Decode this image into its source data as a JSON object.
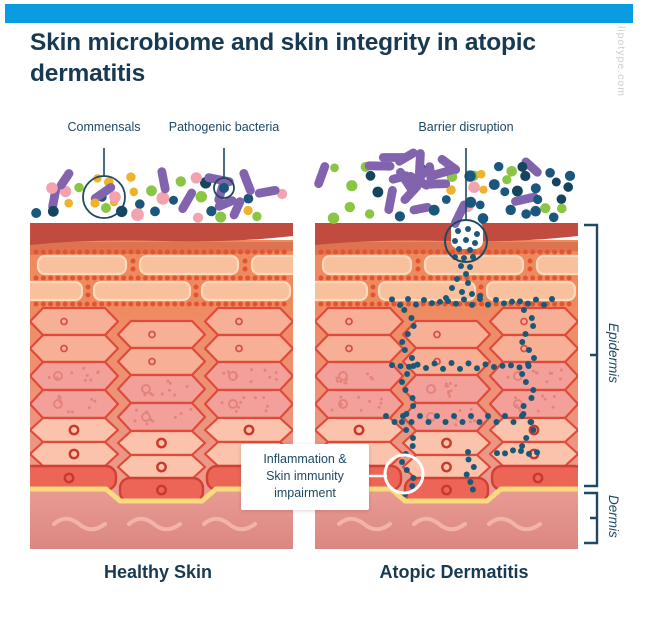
{
  "header": {
    "title": "Skin microbiome and skin integrity in atopic dermatitis",
    "watermark": "lipotype.com"
  },
  "callouts": {
    "commensals": "Commensals",
    "pathogenic": "Pathogenic bacteria",
    "barrier": "Barrier disruption",
    "inflammation_lines": [
      "Inflammation &",
      "Skin immunity",
      "impairment"
    ]
  },
  "panels": [
    {
      "label": "Healthy Skin"
    },
    {
      "label": "Atopic Dermatitis"
    }
  ],
  "layers": {
    "epidermis": "Epidermis",
    "dermis": "Dermis"
  },
  "colors": {
    "accent": "#0b9be0",
    "text_navy": "#173a52",
    "line_navy": "#1d4964",
    "commensal_rod": "#8264ae",
    "commensal_green": "#8ac543",
    "commensal_yellow": "#eeb22d",
    "commensal_pink": "#f2a3ad",
    "pathogen_teal": "#1a567d",
    "pathogen_teal_dark": "#14455f",
    "trail_teal": "#1b5878",
    "stratum_band": "#c04b3e",
    "stratum_strip": "#dd744f",
    "stratum_bg": "#ef8a5f",
    "stratum_dot": "#e25431",
    "corneocyte_fill": "#f9c09d",
    "corneocyte_edge": "#fdd9bb",
    "cell_edge": "#df4a3a",
    "cell_fill_upper": "#f7b096",
    "cell_fill_lower": "#fbc3ab",
    "granular_fill": "#f3a09a",
    "granular_dot": "#e4837c",
    "nucleus_small": "#d9504a",
    "nucleus_bold": "#c8382e",
    "basal_fill": "#ed6557",
    "basal_edge": "#d23f33",
    "membrane_yellow": "#f8da7f",
    "dermis_top": "#e99c95",
    "dermis_bottom": "#db8781",
    "dermis_wave": "#f3b3aa"
  }
}
